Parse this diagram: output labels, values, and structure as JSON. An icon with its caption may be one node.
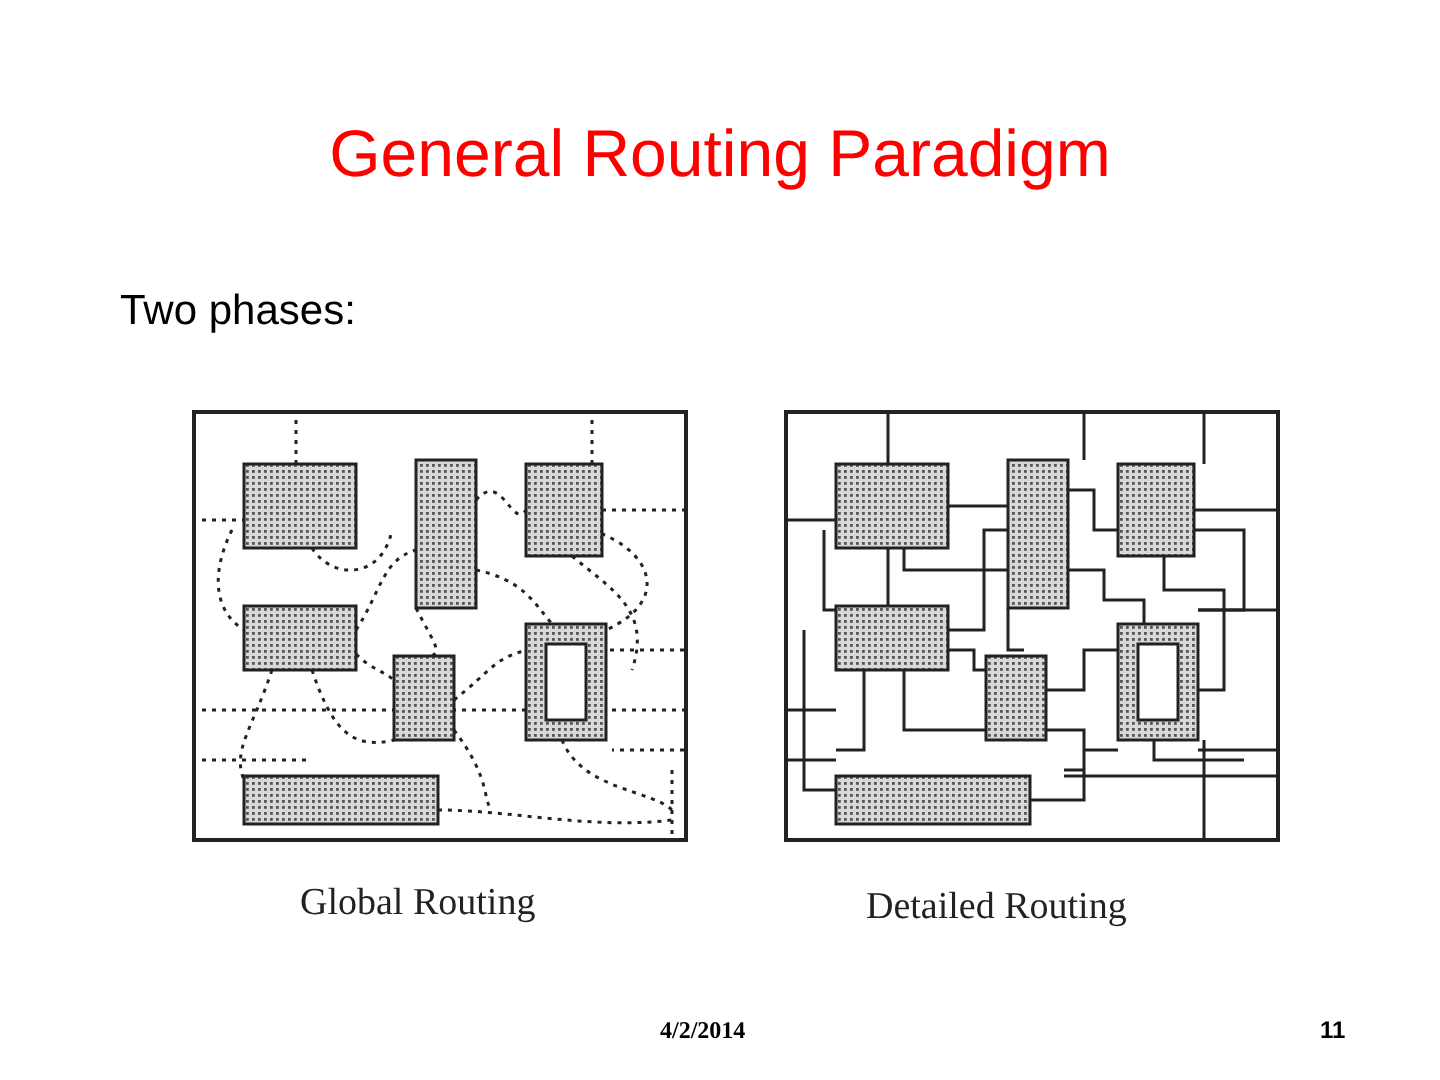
{
  "diagram": {
    "title": "General Routing Paradigm",
    "labels": [
      "Two phases:",
      "Global Routing",
      "Detailed Routing",
      "4/2/2014",
      "11"
    ]
  }
}
